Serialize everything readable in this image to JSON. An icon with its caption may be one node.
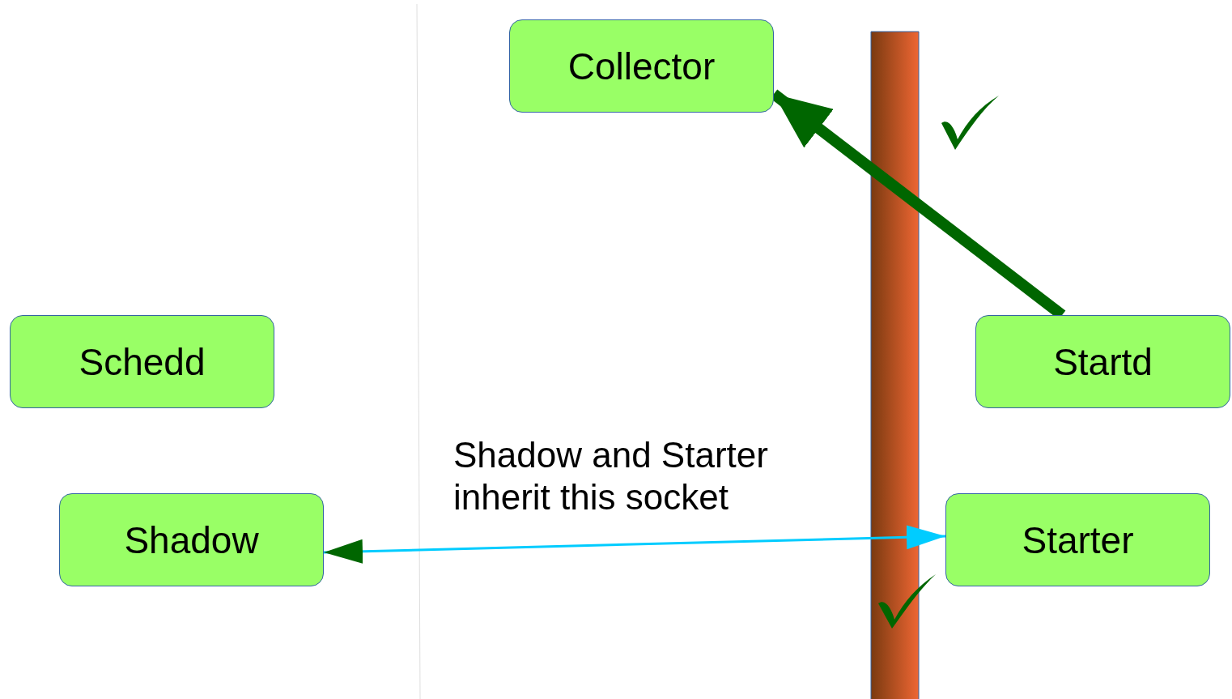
{
  "diagram": {
    "nodes": [
      {
        "text": [
          "Collector"
        ]
      },
      {
        "text": [
          "Schedd"
        ]
      },
      {
        "text": [
          "Startd"
        ]
      },
      {
        "text": [
          "Shadow"
        ]
      },
      {
        "text": [
          "Starter"
        ]
      }
    ],
    "edges": [
      {
        "from": 2,
        "to": 0,
        "arrow": "to",
        "style": "thick",
        "color": "#006600"
      },
      {
        "from": 3,
        "to": 4,
        "arrow": "both",
        "color": "#00ccff"
      }
    ],
    "labels": [
      "Shadow and Starter inherit this socket"
    ]
  }
}
